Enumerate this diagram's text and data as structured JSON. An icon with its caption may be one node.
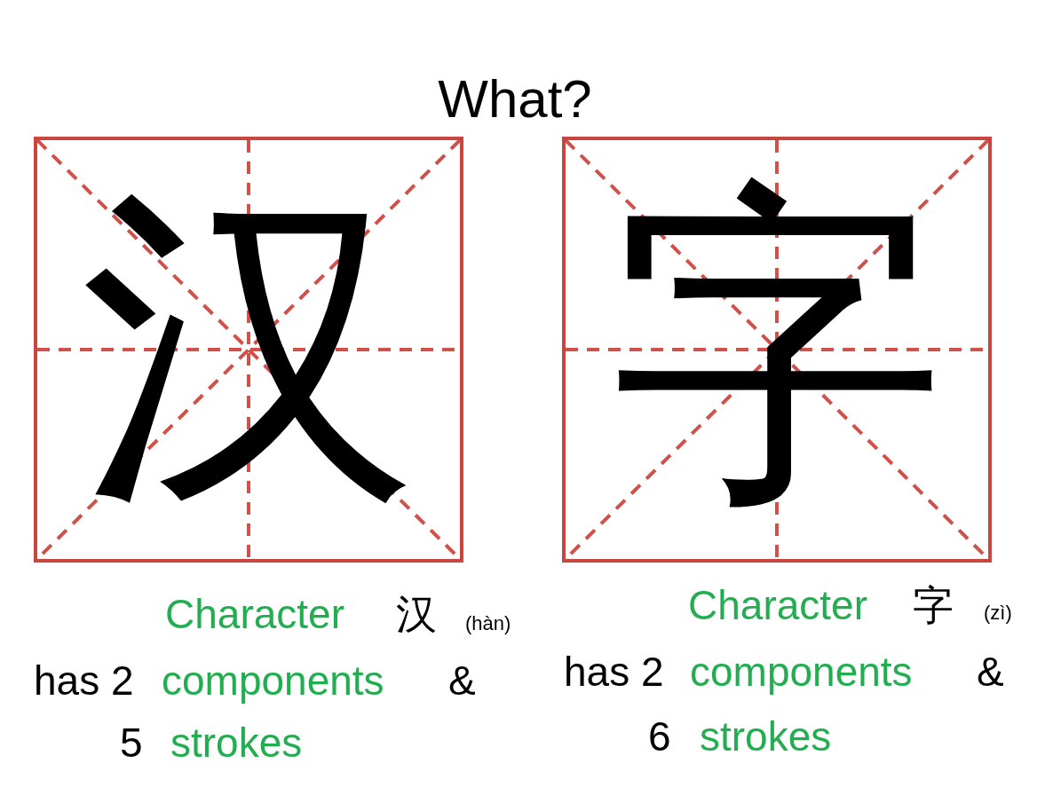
{
  "diagram": {
    "title": "What?",
    "nodes": [
      {
        "text": [
          "汉"
        ],
        "beside": [
          "Character",
          "汉",
          "(hàn)",
          "has 2",
          "components",
          "&",
          "5",
          "strokes"
        ]
      },
      {
        "text": [
          "字"
        ],
        "beside": [
          "Character",
          "字",
          "(zì)",
          "has 2",
          "components",
          "&",
          "6",
          "strokes"
        ]
      }
    ],
    "edges": []
  }
}
